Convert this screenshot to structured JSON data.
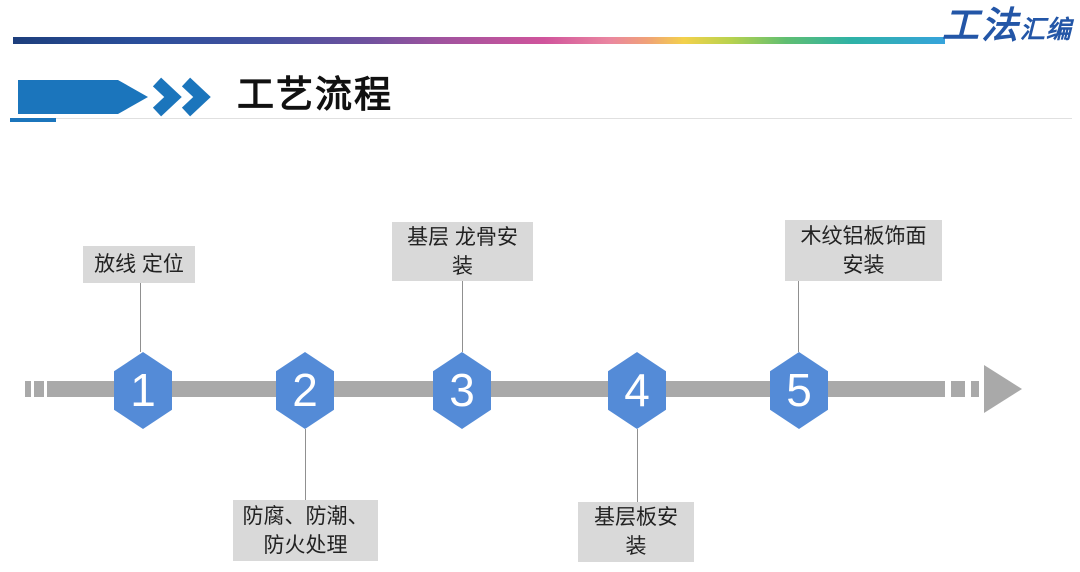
{
  "header": {
    "logo": {
      "main": "工法",
      "sub": "汇编"
    },
    "title": "工艺流程"
  },
  "process": {
    "steps": [
      {
        "number": "1",
        "label": "放线 定位",
        "lines": [
          "放线 定位"
        ],
        "label_position": "above"
      },
      {
        "number": "2",
        "label": "防腐、防潮、防火处理",
        "lines": [
          "防腐、防潮、",
          "防火处理"
        ],
        "label_position": "below"
      },
      {
        "number": "3",
        "label": "基层 龙骨安装",
        "lines": [
          "基层 龙骨安",
          "装"
        ],
        "label_position": "above"
      },
      {
        "number": "4",
        "label": "基层板安装",
        "lines": [
          "基层板安",
          "装"
        ],
        "label_position": "below"
      },
      {
        "number": "5",
        "label": "木纹铝板饰面安装",
        "lines": [
          "木纹铝板饰面",
          "安装"
        ],
        "label_position": "above"
      }
    ]
  },
  "colors": {
    "accent_blue": "#1b75bc",
    "hexagon_blue": "#548bd7",
    "timeline_gray": "#a9a9a9",
    "label_box_gray": "#d9d9d9",
    "logo_blue": "#2356a7",
    "title_black": "#111111",
    "gradient_rule_stops": [
      "#1d3e7c",
      "#2b4f9c",
      "#44519e",
      "#6f519e",
      "#a0539e",
      "#d0549c",
      "#ea86a0",
      "#f0a178",
      "#f3d14b",
      "#b8d24e",
      "#5fbe72",
      "#2eb2a6",
      "#36a3dc"
    ]
  }
}
